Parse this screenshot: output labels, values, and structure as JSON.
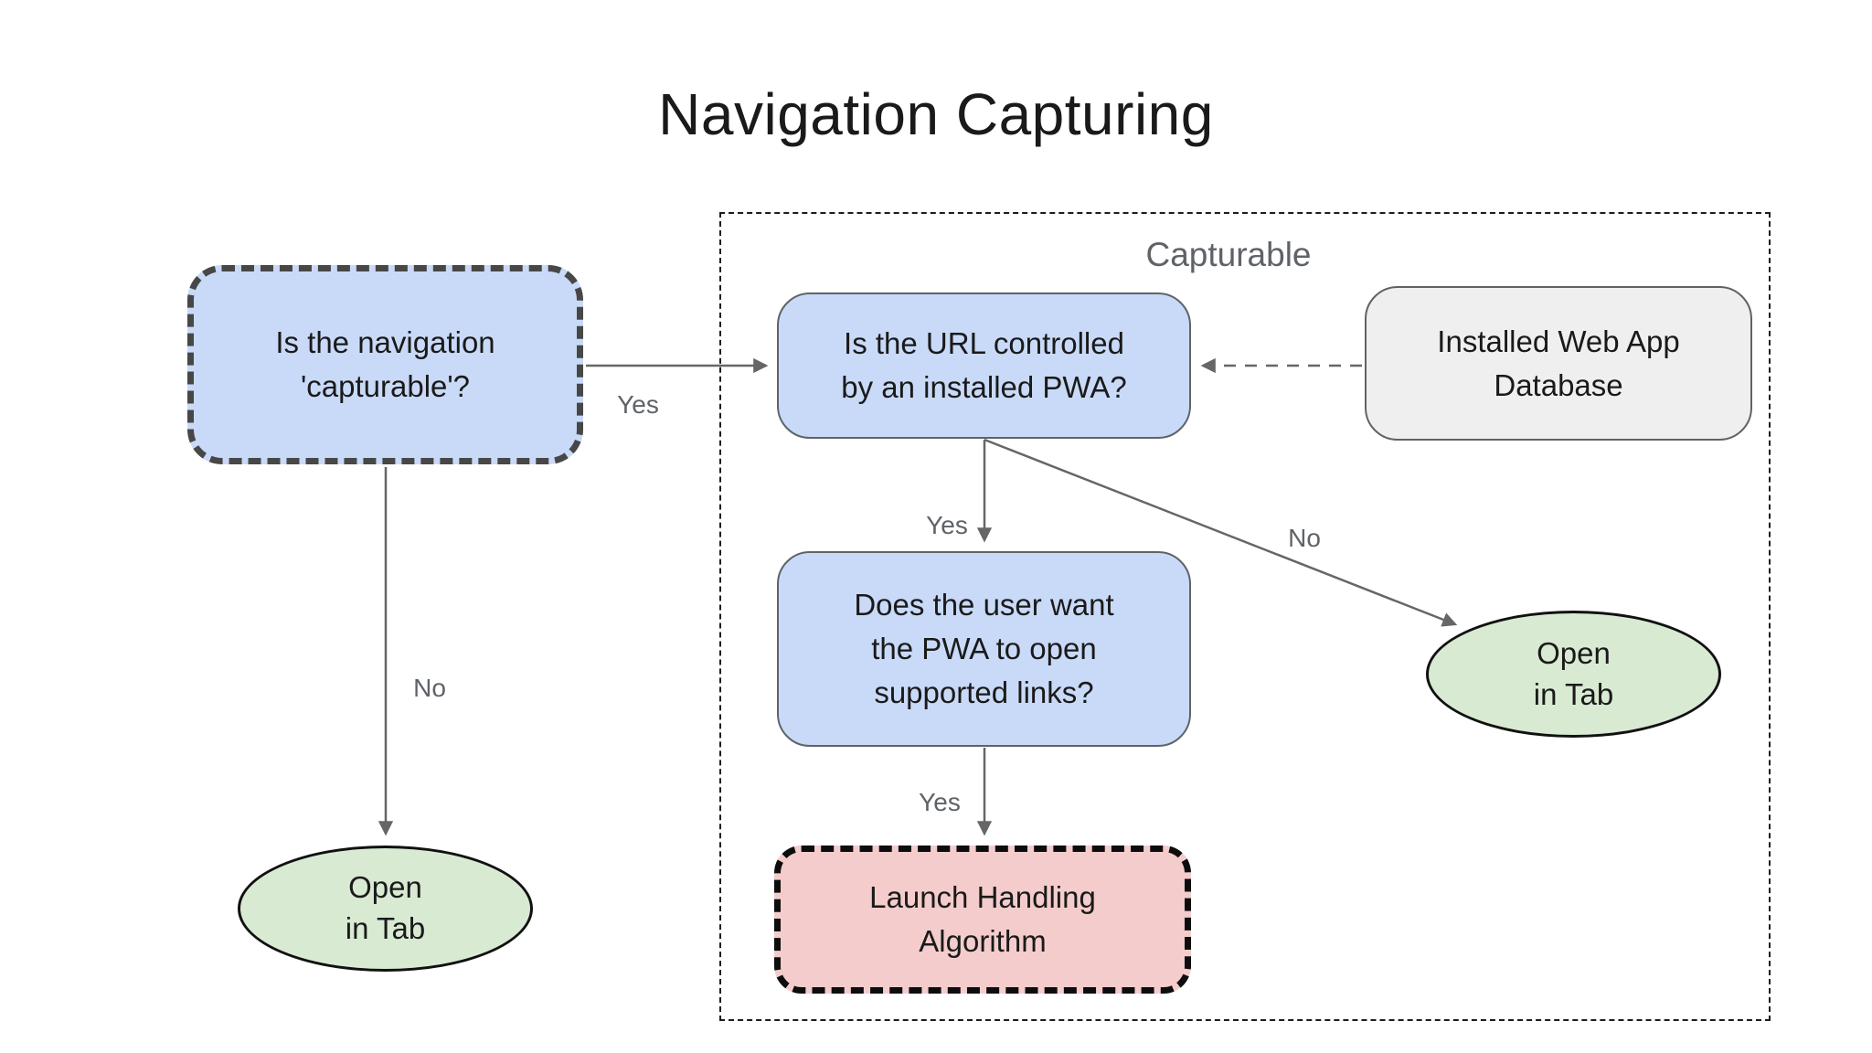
{
  "title": "Navigation Capturing",
  "group": {
    "label": "Capturable"
  },
  "nodes": {
    "nav_capturable": "Is the navigation\n'capturable'?",
    "url_controlled": "Is the URL controlled\nby an installed PWA?",
    "web_app_db": "Installed Web App\nDatabase",
    "user_want": "Does the user want\nthe PWA to open\nsupported links?",
    "launch_handling": "Launch Handling\nAlgorithm",
    "open_tab_left": "Open\nin Tab",
    "open_tab_right": "Open\nin Tab"
  },
  "edge_labels": {
    "nav_to_url": "Yes",
    "nav_to_tab": "No",
    "url_to_user": "Yes",
    "url_to_tab": "No",
    "user_to_launch": "Yes"
  },
  "colors": {
    "decision_fill": "#c9daf8",
    "terminal_fill": "#d9ead3",
    "process_fill": "#f4cccc",
    "data_fill": "#efefef",
    "arrow": "#666666",
    "edge_label_text": "#5f6368",
    "nav_dashed_border": "#474747",
    "launch_dashed_border": "#0d0d0d",
    "group_dashed_border": "#1c1c1c"
  }
}
